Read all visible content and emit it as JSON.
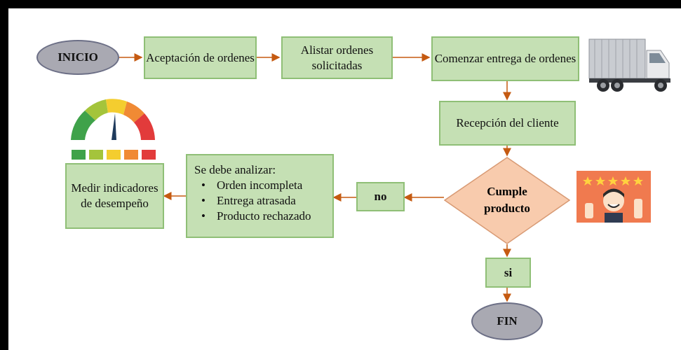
{
  "nodes": {
    "start": "INICIO",
    "accept_orders": "Aceptación de ordenes",
    "prepare_orders": "Alistar ordenes solicitadas",
    "start_delivery": "Comenzar entrega de ordenes",
    "customer_reception": "Recepción del cliente",
    "decision": "Cumple producto",
    "no_label": "no",
    "yes_label": "si",
    "end": "FIN",
    "measure": "Medir indicadores de desempeño"
  },
  "analysis": {
    "title": "Se debe analizar:",
    "items": [
      "Orden incompleta",
      "Entrega atrasada",
      "Producto rechazado"
    ]
  },
  "icons": [
    "delivery-truck-icon",
    "performance-gauge-icon",
    "customer-satisfaction-icon"
  ],
  "colors": {
    "process_fill": "#c5e0b4",
    "process_border": "#8fbf76",
    "terminator_fill": "#a9a9b2",
    "decision_fill": "#f8cbad",
    "arrow": "#c55a11"
  }
}
